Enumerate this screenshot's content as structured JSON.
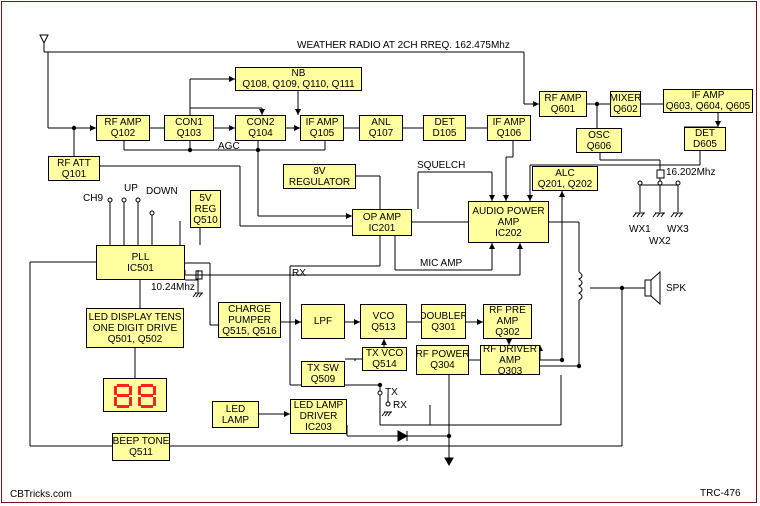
{
  "diagram": {
    "banner": "WEATHER RADIO AT 2CH RREQ. 162.475Mhz",
    "credit": "CBTricks.com",
    "ref_code": "TRC-476",
    "block_color": "#ffffa0",
    "led_color": "#ff2020",
    "border_color": "#7a1010",
    "display_digits": "88"
  },
  "blocks": {
    "nb": [
      "NB",
      "Q108, Q109, Q110, Q111"
    ],
    "rf_amp": [
      "RF AMP",
      "Q102"
    ],
    "con1": [
      "CON1",
      "Q103"
    ],
    "con2": [
      "CON2",
      "Q104"
    ],
    "if_amp1": [
      "IF AMP",
      "Q105"
    ],
    "anl": [
      "ANL",
      "Q107"
    ],
    "det1": [
      "DET",
      "D105"
    ],
    "if_amp2": [
      "IF AMP",
      "Q106"
    ],
    "rf_amp_wx": [
      "RF AMP",
      "Q601"
    ],
    "mixer": [
      "MIXER",
      "Q602"
    ],
    "if_amp_wx": [
      "IF AMP",
      "Q603, Q604, Q605"
    ],
    "osc": [
      "OSC",
      "Q606"
    ],
    "det_wx": [
      "DET",
      "D605"
    ],
    "rf_att": [
      "RF ATT",
      "Q101"
    ],
    "reg8v": [
      "8V",
      "REGULATOR"
    ],
    "alc": [
      "ALC",
      "Q201, Q202"
    ],
    "op_amp": [
      "OP AMP",
      "IC201"
    ],
    "audio_amp": [
      "AUDIO POWER",
      "AMP",
      "IC202"
    ],
    "reg5v": [
      "5V",
      "REG",
      "Q510"
    ],
    "pll": [
      "PLL",
      "IC501"
    ],
    "charge_pumper": [
      "CHARGE",
      "PUMPER",
      "Q515, Q516"
    ],
    "lpf": [
      "LPF"
    ],
    "vco": [
      "VCO",
      "Q513"
    ],
    "doubler": [
      "DOUBLER",
      "Q301"
    ],
    "rf_pre_amp": [
      "RF PRE",
      "AMP",
      "Q302"
    ],
    "led_driver": [
      "LED DISPLAY TENS",
      "ONE DIGIT DRIVE",
      "Q501, Q502"
    ],
    "tx_vco": [
      "TX VCO",
      "Q514"
    ],
    "tx_sw": [
      "TX SW",
      "Q509"
    ],
    "rf_power": [
      "RF POWER",
      "Q304"
    ],
    "rf_driver": [
      "RF DRIVER",
      "AMP",
      "Q303"
    ],
    "led_lamp": [
      "LED",
      "LAMP"
    ],
    "led_lamp_driver": [
      "LED LAMP",
      "DRIVER",
      "IC203"
    ],
    "beep": [
      "BEEP TONE",
      "Q511"
    ]
  },
  "labels": {
    "agc": "AGC",
    "squelch": "SQUELCH",
    "mic_amp": "MIC AMP",
    "rx": "RX",
    "rx2": "RX",
    "tx": "TX",
    "ch9": "CH9",
    "up": "UP",
    "down": "DOWN",
    "xtal1": "10.24Mhz",
    "xtal2": "16.202Mhz",
    "wx1": "WX1",
    "wx2": "WX2",
    "wx3": "WX3",
    "spk": "SPK"
  }
}
